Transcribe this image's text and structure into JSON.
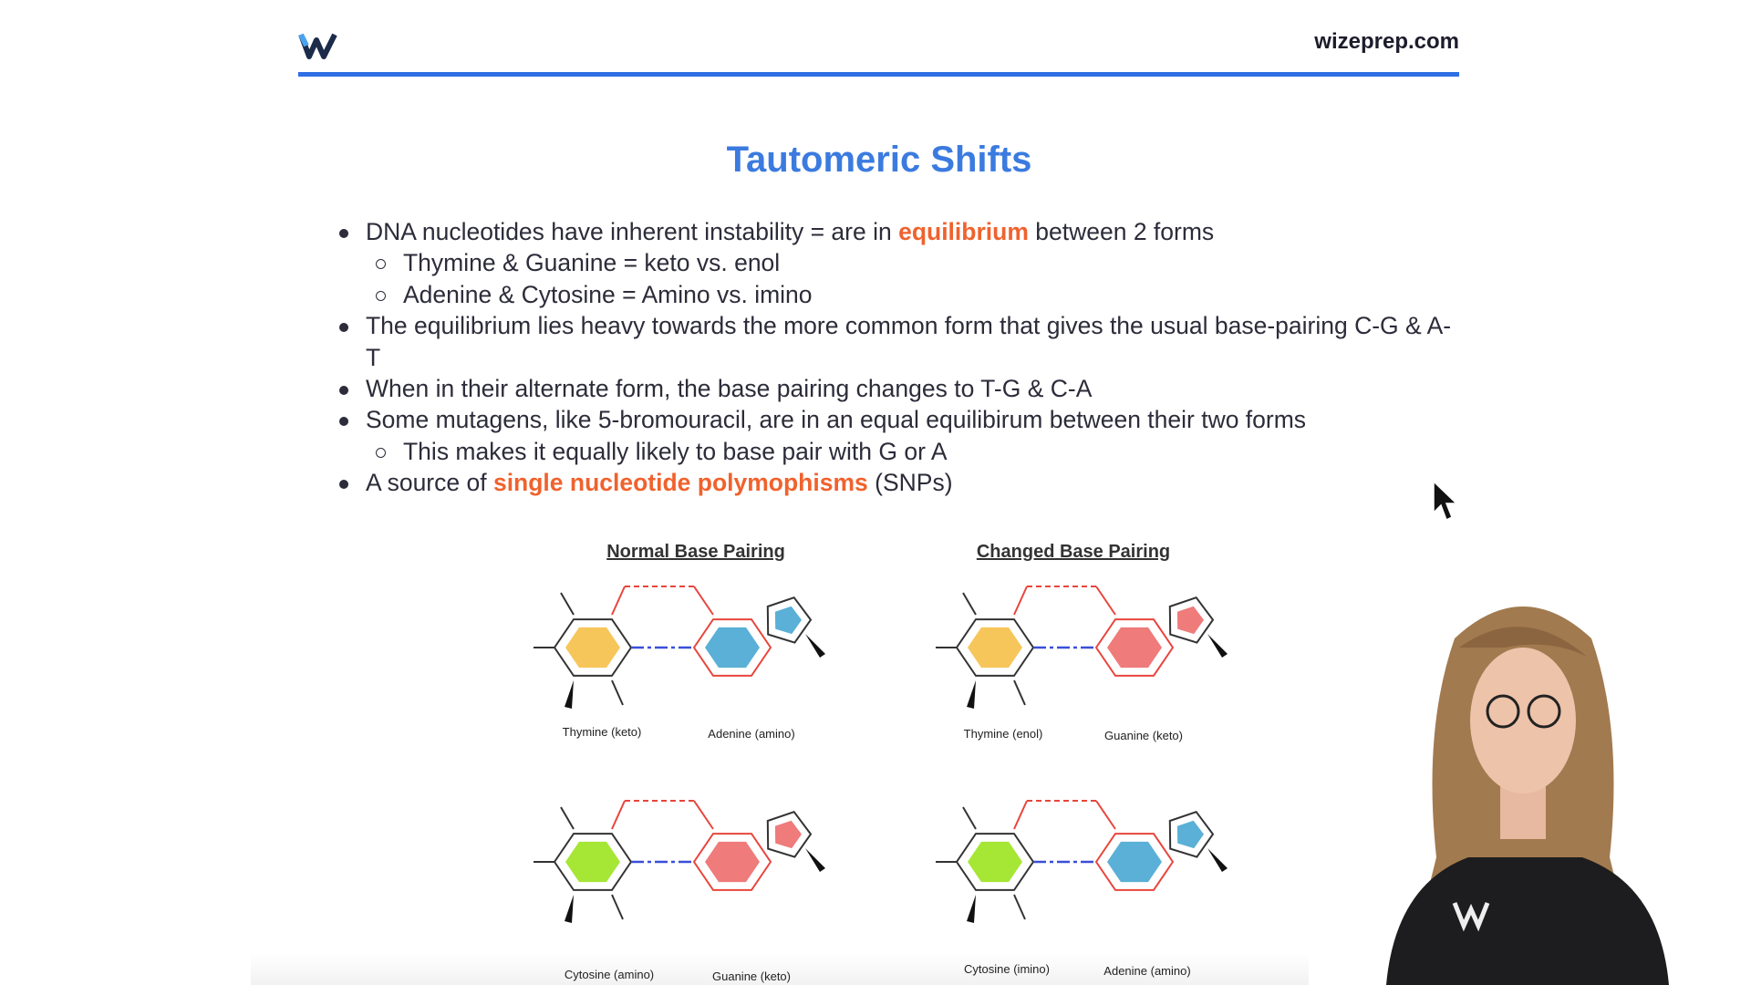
{
  "header": {
    "logo_text": "W",
    "site": "wizeprep.com"
  },
  "title": "Tautomeric Shifts",
  "bullets": [
    {
      "pre": "DNA nucleotides have inherent instability = are in ",
      "hl": "equilibrium",
      "post": " between 2 forms"
    },
    {
      "text": "Thymine & Guanine = keto vs. enol"
    },
    {
      "text": "Adenine & Cytosine = Amino vs. imino"
    },
    {
      "text": "The equilibrium lies heavy towards the more common form that gives the usual base-pairing C-G & A-T"
    },
    {
      "text": "When in their alternate form, the base pairing changes to T-G & C-A"
    },
    {
      "text": "Some mutagens, like 5-bromouracil, are in an equal equilibirum between their two forms"
    },
    {
      "text": "This makes it equally likely to base pair with G or A"
    },
    {
      "pre": "A source of ",
      "hl": "single nucleotide polymophisms",
      "post": " (SNPs)"
    }
  ],
  "diagram": {
    "normal_heading": "Normal Base Pairing",
    "changed_heading": "Changed Base Pairing",
    "pairs": [
      {
        "left": "Thymine (keto)",
        "right": "Adenine (amino)",
        "left_color": "#f7c65a",
        "right_color": "#5ab0d6"
      },
      {
        "left": "Thymine (enol)",
        "right": "Guanine (keto)",
        "left_color": "#f7c65a",
        "right_color": "#ef7b7b"
      },
      {
        "left": "Cytosine (amino)",
        "right": "Guanine (keto)",
        "left_color": "#a6e635",
        "right_color": "#ef7b7b"
      },
      {
        "left": "Cytosine (imino)",
        "right": "Adenine (amino)",
        "left_color": "#a6e635",
        "right_color": "#5ab0d6"
      }
    ]
  },
  "colors": {
    "accent": "#2f6fe4",
    "title": "#3b7be0",
    "highlight": "#f0622d",
    "bond_red": "#e8453c",
    "hbond_blue": "#3a4fd8"
  }
}
